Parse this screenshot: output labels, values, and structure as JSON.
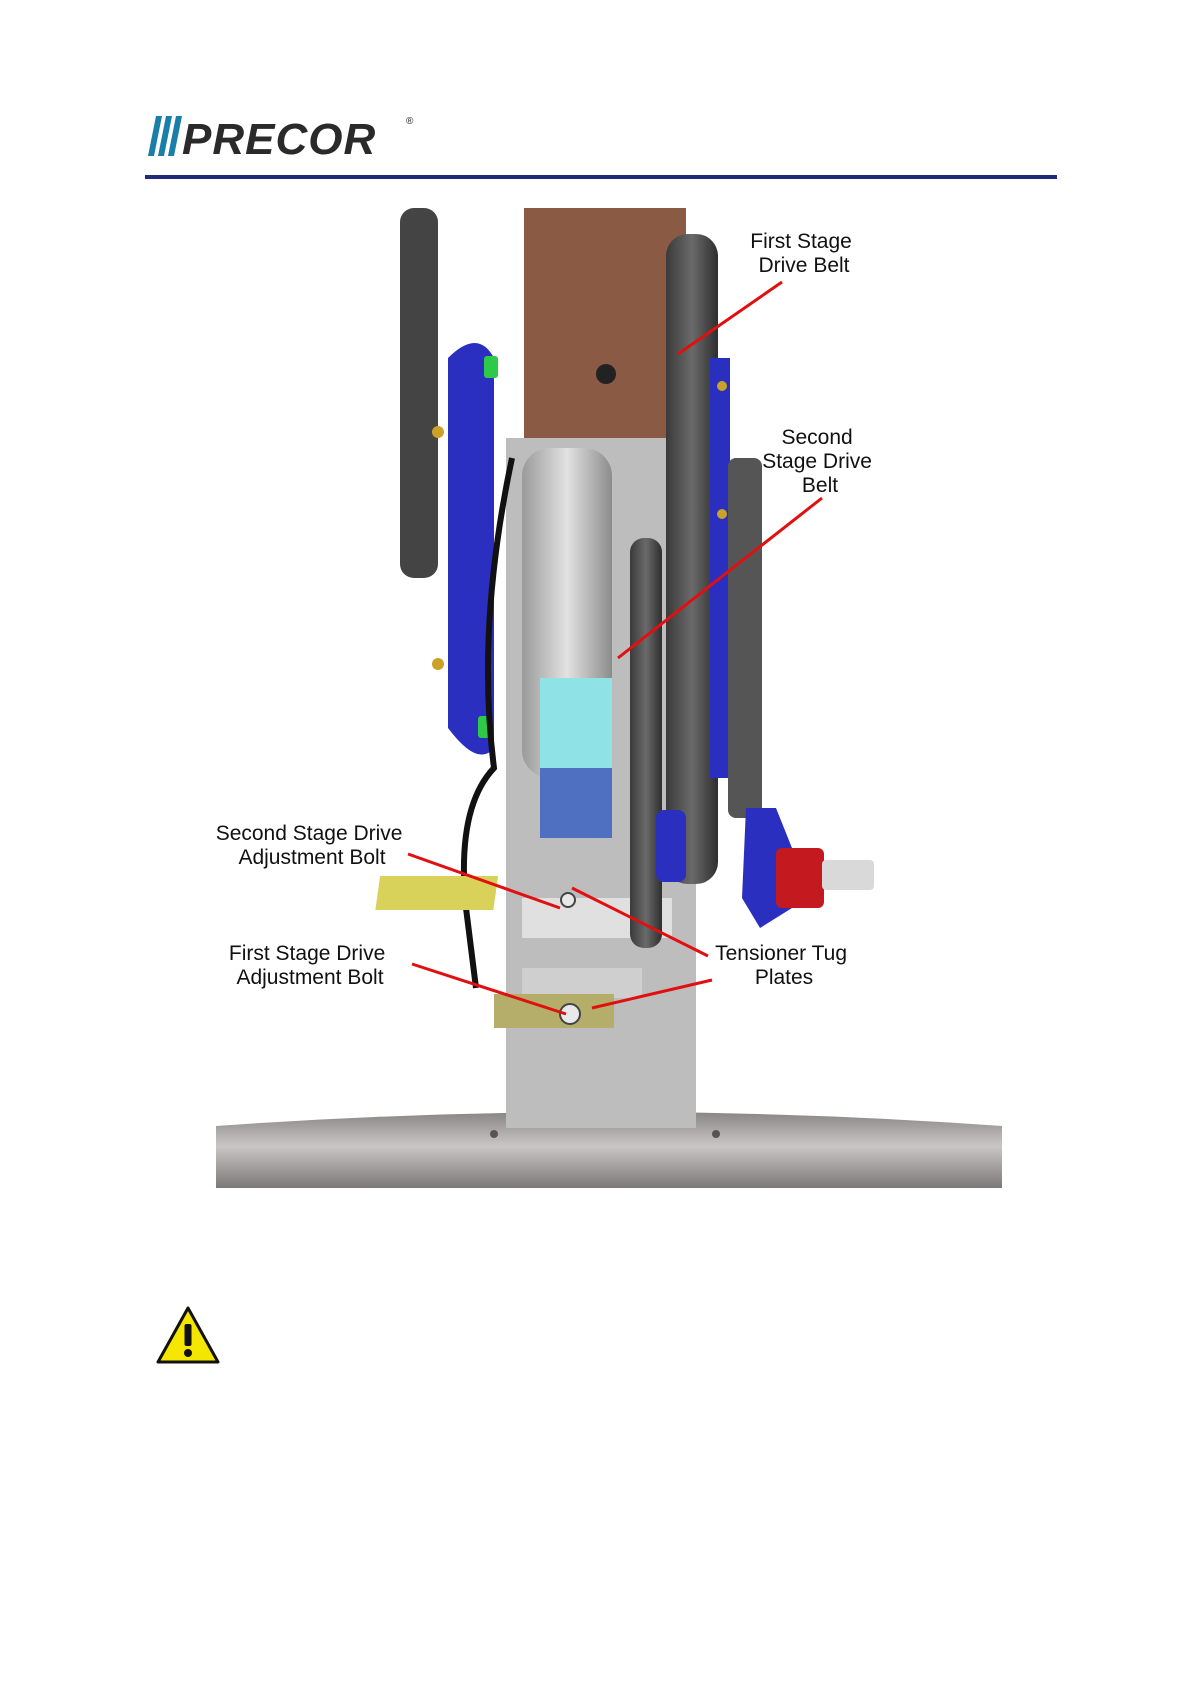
{
  "header": {
    "brand": "PRECOR",
    "registered_mark": "®",
    "rule_color": "#1f2a7a"
  },
  "figure": {
    "callouts": {
      "first_stage_drive_belt": [
        "First Stage",
        "Drive Belt"
      ],
      "second_stage_drive_belt": [
        "Second",
        "Stage Drive",
        "Belt"
      ],
      "second_stage_adjustment_bolt": [
        "Second Stage Drive",
        "Adjustment Bolt"
      ],
      "first_stage_adjustment_bolt": [
        "First Stage Drive",
        "Adjustment Bolt"
      ],
      "tensioner_tug_plates": [
        "Tensioner Tug",
        "Plates"
      ]
    },
    "leader_color": "#e01010"
  },
  "warning": {
    "icon": "warning-triangle-icon",
    "color": "#f5e600"
  }
}
